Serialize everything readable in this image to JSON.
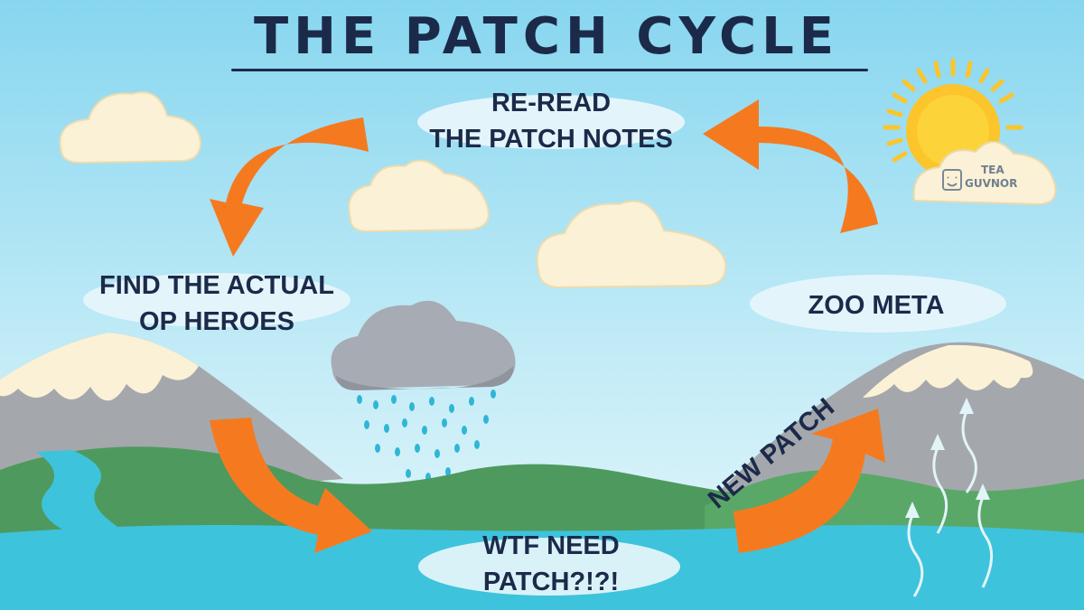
{
  "title": "THE PATCH CYCLE",
  "stages": {
    "reread": {
      "line1": "RE-READ",
      "line2": "THE PATCH NOTES"
    },
    "find_op": {
      "line1": "FIND THE ACTUAL",
      "line2": "OP HEROES"
    },
    "zoo_meta": {
      "line1": "ZOO META"
    },
    "wtf": {
      "line1": "WTF NEED",
      "line2": "PATCH?!?!"
    },
    "new_patch": {
      "line1": "NEW PATCH"
    }
  },
  "watermark": {
    "top": "TEA",
    "bottom": "GUVNOR"
  },
  "colors": {
    "sky": "#8fd8ef",
    "arrow": "#f57a1f",
    "text": "#1c2a4a",
    "cloud": "#fbf1d6",
    "water": "#3ec3dd",
    "hills": "#4e9a5e",
    "sun": "#fbc52b"
  },
  "icons": [
    "sun-icon",
    "rain-cloud-icon",
    "cloud-icon",
    "mountain-icon",
    "arrow-icon"
  ]
}
